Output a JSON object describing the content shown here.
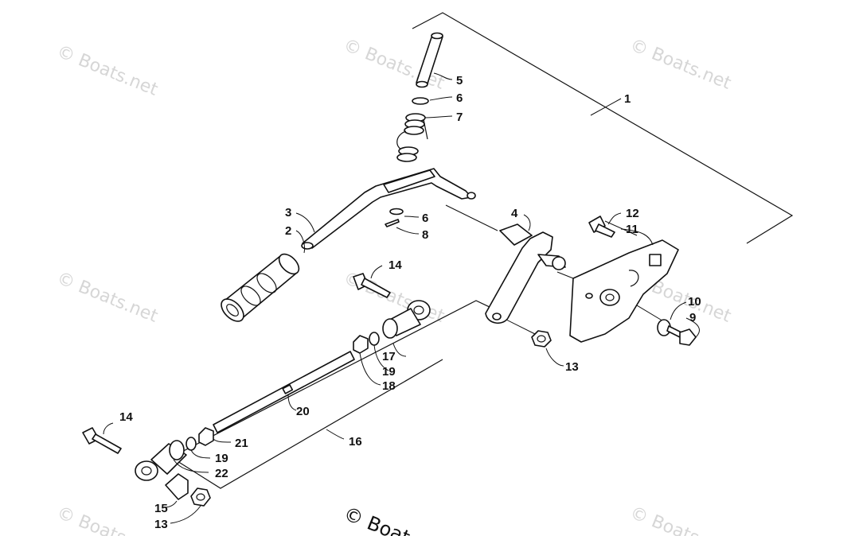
{
  "watermark": {
    "text": "© Boats.net",
    "bottom_text": "© Boat"
  },
  "callouts": {
    "c1": "1",
    "c2": "2",
    "c3": "3",
    "c4": "4",
    "c5": "5",
    "c6a": "6",
    "c6b": "6",
    "c7": "7",
    "c8": "8",
    "c9": "9",
    "c10": "10",
    "c11": "11",
    "c12": "12",
    "c13a": "13",
    "c13b": "13",
    "c14a": "14",
    "c14b": "14",
    "c15": "15",
    "c16": "16",
    "c17": "17",
    "c18": "18",
    "c19a": "19",
    "c19b": "19",
    "c20": "20",
    "c21": "21",
    "c22": "22"
  }
}
